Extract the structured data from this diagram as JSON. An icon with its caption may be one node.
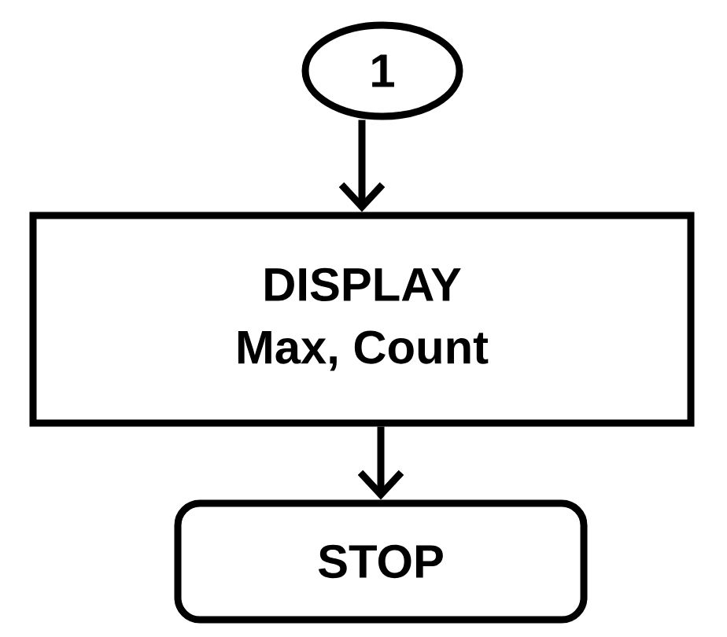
{
  "diagram": {
    "nodes": [
      {
        "text": [
          "1"
        ]
      },
      {
        "text": [
          "DISPLAY",
          "Max, Count"
        ]
      },
      {
        "text": [
          "STOP"
        ]
      }
    ],
    "edges": [
      {
        "from": 0,
        "to": 1,
        "arrow": "to"
      },
      {
        "from": 1,
        "to": 2,
        "arrow": "to"
      }
    ]
  }
}
